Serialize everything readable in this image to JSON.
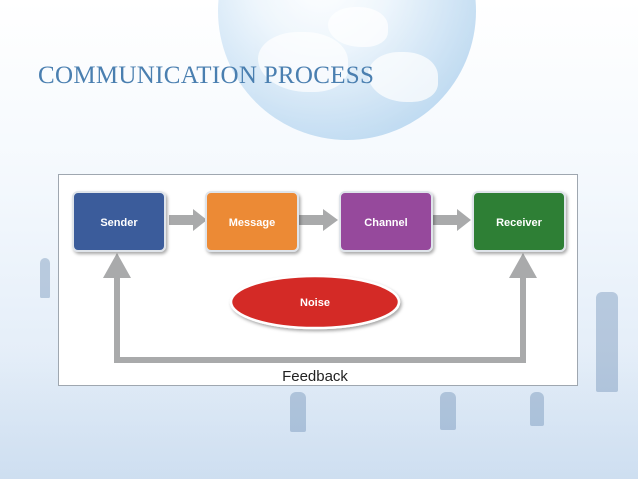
{
  "slide": {
    "title": "COMMUNICATION PROCESS"
  },
  "diagram": {
    "nodes": [
      {
        "id": "sender",
        "label": "Sender",
        "color": "#3a5b9b"
      },
      {
        "id": "message",
        "label": "Message",
        "color": "#ec8a34"
      },
      {
        "id": "channel",
        "label": "Channel",
        "color": "#964a9c"
      },
      {
        "id": "receiver",
        "label": "Receiver",
        "color": "#2f7f34"
      }
    ],
    "noise": {
      "label": "Noise",
      "color": "#d42a26"
    },
    "feedback": {
      "label": "Feedback"
    },
    "arrow_color": "#a9aaab"
  }
}
